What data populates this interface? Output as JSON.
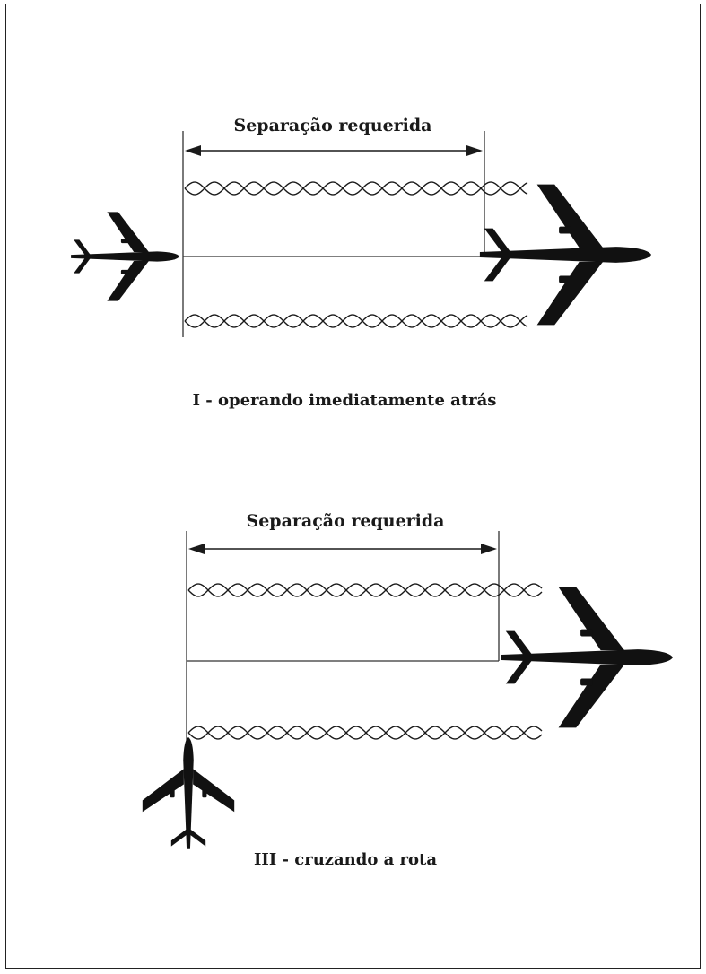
{
  "panels": [
    {
      "id": "I",
      "separation_label": "Separação requerida",
      "caption": "I - operando imediatamente atrás"
    },
    {
      "id": "III",
      "separation_label": "Separação requerida",
      "caption": "III - cruzando a rota"
    }
  ],
  "colors": {
    "ink": "#1a1a1a",
    "line": "#333333",
    "border": "#222222"
  }
}
